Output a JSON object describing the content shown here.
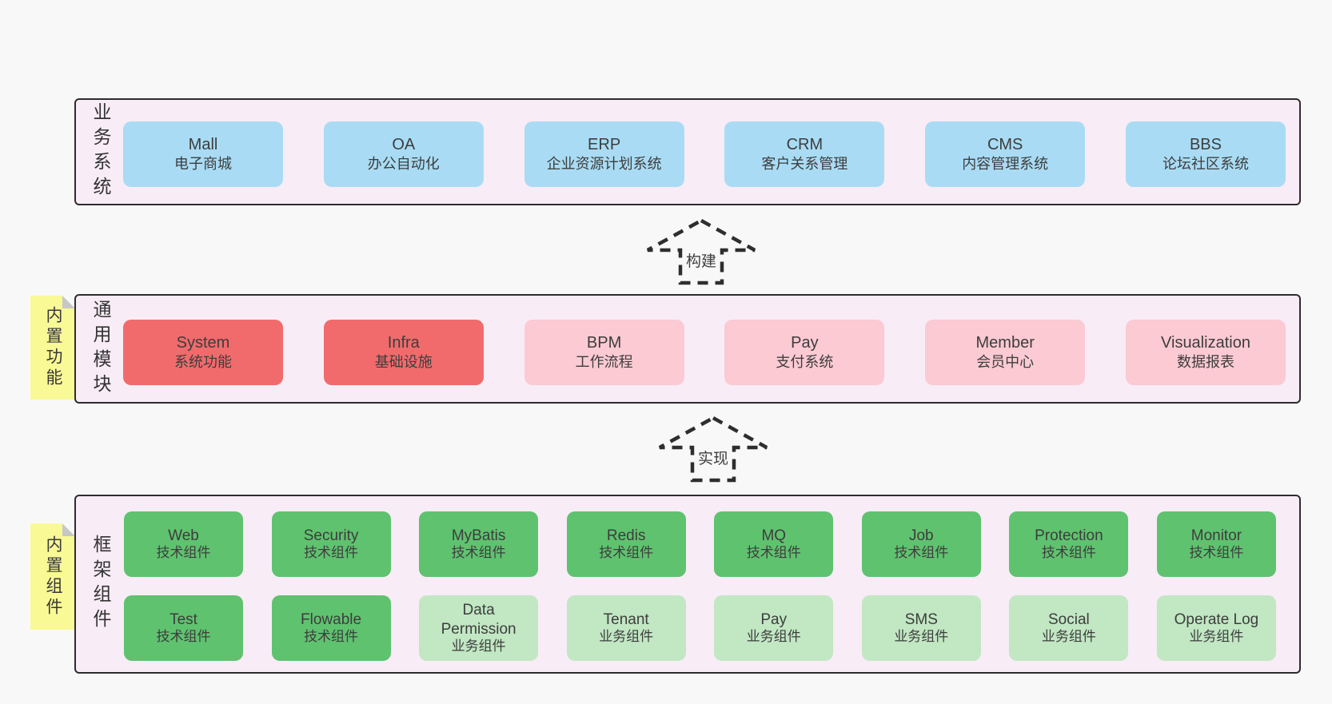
{
  "colors": {
    "page_bg": "#f8f8f8",
    "band_bg": "#f8ecf6",
    "band_border": "#2d2d2d",
    "box_blue": "#a9dcf4",
    "box_red": "#f16b6c",
    "box_pink": "#fbcad3",
    "box_green": "#5fc26f",
    "box_lightgreen": "#c1e7c3",
    "sticky_yellow": "#f9f996",
    "fold_gray": "#c7c7c7",
    "text": "#3d3d3d"
  },
  "stickies": [
    {
      "text": "内置功能"
    },
    {
      "text": "内置组件"
    }
  ],
  "arrows": [
    {
      "label": "构建"
    },
    {
      "label": "实现"
    }
  ],
  "bands": [
    {
      "label": "业务系统",
      "boxes": [
        {
          "en": "Mall",
          "zh": "电子商城",
          "variant": "blue"
        },
        {
          "en": "OA",
          "zh": "办公自动化",
          "variant": "blue"
        },
        {
          "en": "ERP",
          "zh": "企业资源计划系统",
          "variant": "blue"
        },
        {
          "en": "CRM",
          "zh": "客户关系管理",
          "variant": "blue"
        },
        {
          "en": "CMS",
          "zh": "内容管理系统",
          "variant": "blue"
        },
        {
          "en": "BBS",
          "zh": "论坛社区系统",
          "variant": "blue"
        }
      ]
    },
    {
      "label": "通用模块",
      "boxes": [
        {
          "en": "System",
          "zh": "系统功能",
          "variant": "red"
        },
        {
          "en": "Infra",
          "zh": "基础设施",
          "variant": "red"
        },
        {
          "en": "BPM",
          "zh": "工作流程",
          "variant": "pink"
        },
        {
          "en": "Pay",
          "zh": "支付系统",
          "variant": "pink"
        },
        {
          "en": "Member",
          "zh": "会员中心",
          "variant": "pink"
        },
        {
          "en": "Visualization",
          "zh": "数据报表",
          "variant": "pink"
        }
      ]
    },
    {
      "label": "框架组件",
      "rows": [
        [
          {
            "en": "Web",
            "zh": "技术组件",
            "variant": "green"
          },
          {
            "en": "Security",
            "zh": "技术组件",
            "variant": "green"
          },
          {
            "en": "MyBatis",
            "zh": "技术组件",
            "variant": "green"
          },
          {
            "en": "Redis",
            "zh": "技术组件",
            "variant": "green"
          },
          {
            "en": "MQ",
            "zh": "技术组件",
            "variant": "green"
          },
          {
            "en": "Job",
            "zh": "技术组件",
            "variant": "green"
          },
          {
            "en": "Protection",
            "zh": "技术组件",
            "variant": "green"
          },
          {
            "en": "Monitor",
            "zh": "技术组件",
            "variant": "green"
          }
        ],
        [
          {
            "en": "Test",
            "zh": "技术组件",
            "variant": "green"
          },
          {
            "en": "Flowable",
            "zh": "技术组件",
            "variant": "green"
          },
          {
            "en": "Data Permission",
            "zh": "业务组件",
            "variant": "lightgreen"
          },
          {
            "en": "Tenant",
            "zh": "业务组件",
            "variant": "lightgreen"
          },
          {
            "en": "Pay",
            "zh": "业务组件",
            "variant": "lightgreen"
          },
          {
            "en": "SMS",
            "zh": "业务组件",
            "variant": "lightgreen"
          },
          {
            "en": "Social",
            "zh": "业务组件",
            "variant": "lightgreen"
          },
          {
            "en": "Operate Log",
            "zh": "业务组件",
            "variant": "lightgreen"
          }
        ]
      ]
    }
  ]
}
